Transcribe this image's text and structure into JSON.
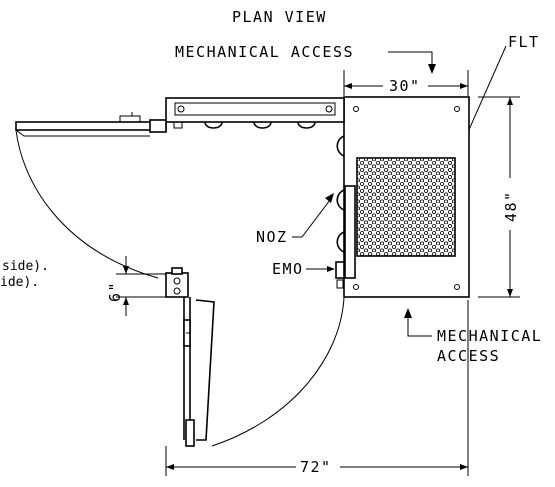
{
  "title": "PLAN VIEW",
  "labels": {
    "mech_access_top": "MECHANICAL ACCESS",
    "mech_access_bottom_1": "MECHANICAL",
    "mech_access_bottom_2": "ACCESS",
    "flt": "FLT",
    "noz": "NOZ",
    "emo": "EMO",
    "side_note_1": "side).",
    "side_note_2": "ide)."
  },
  "dimensions": {
    "width_top": "30\"",
    "height_right": "48\"",
    "door_gap": "6\"",
    "overall_width": "72\""
  }
}
